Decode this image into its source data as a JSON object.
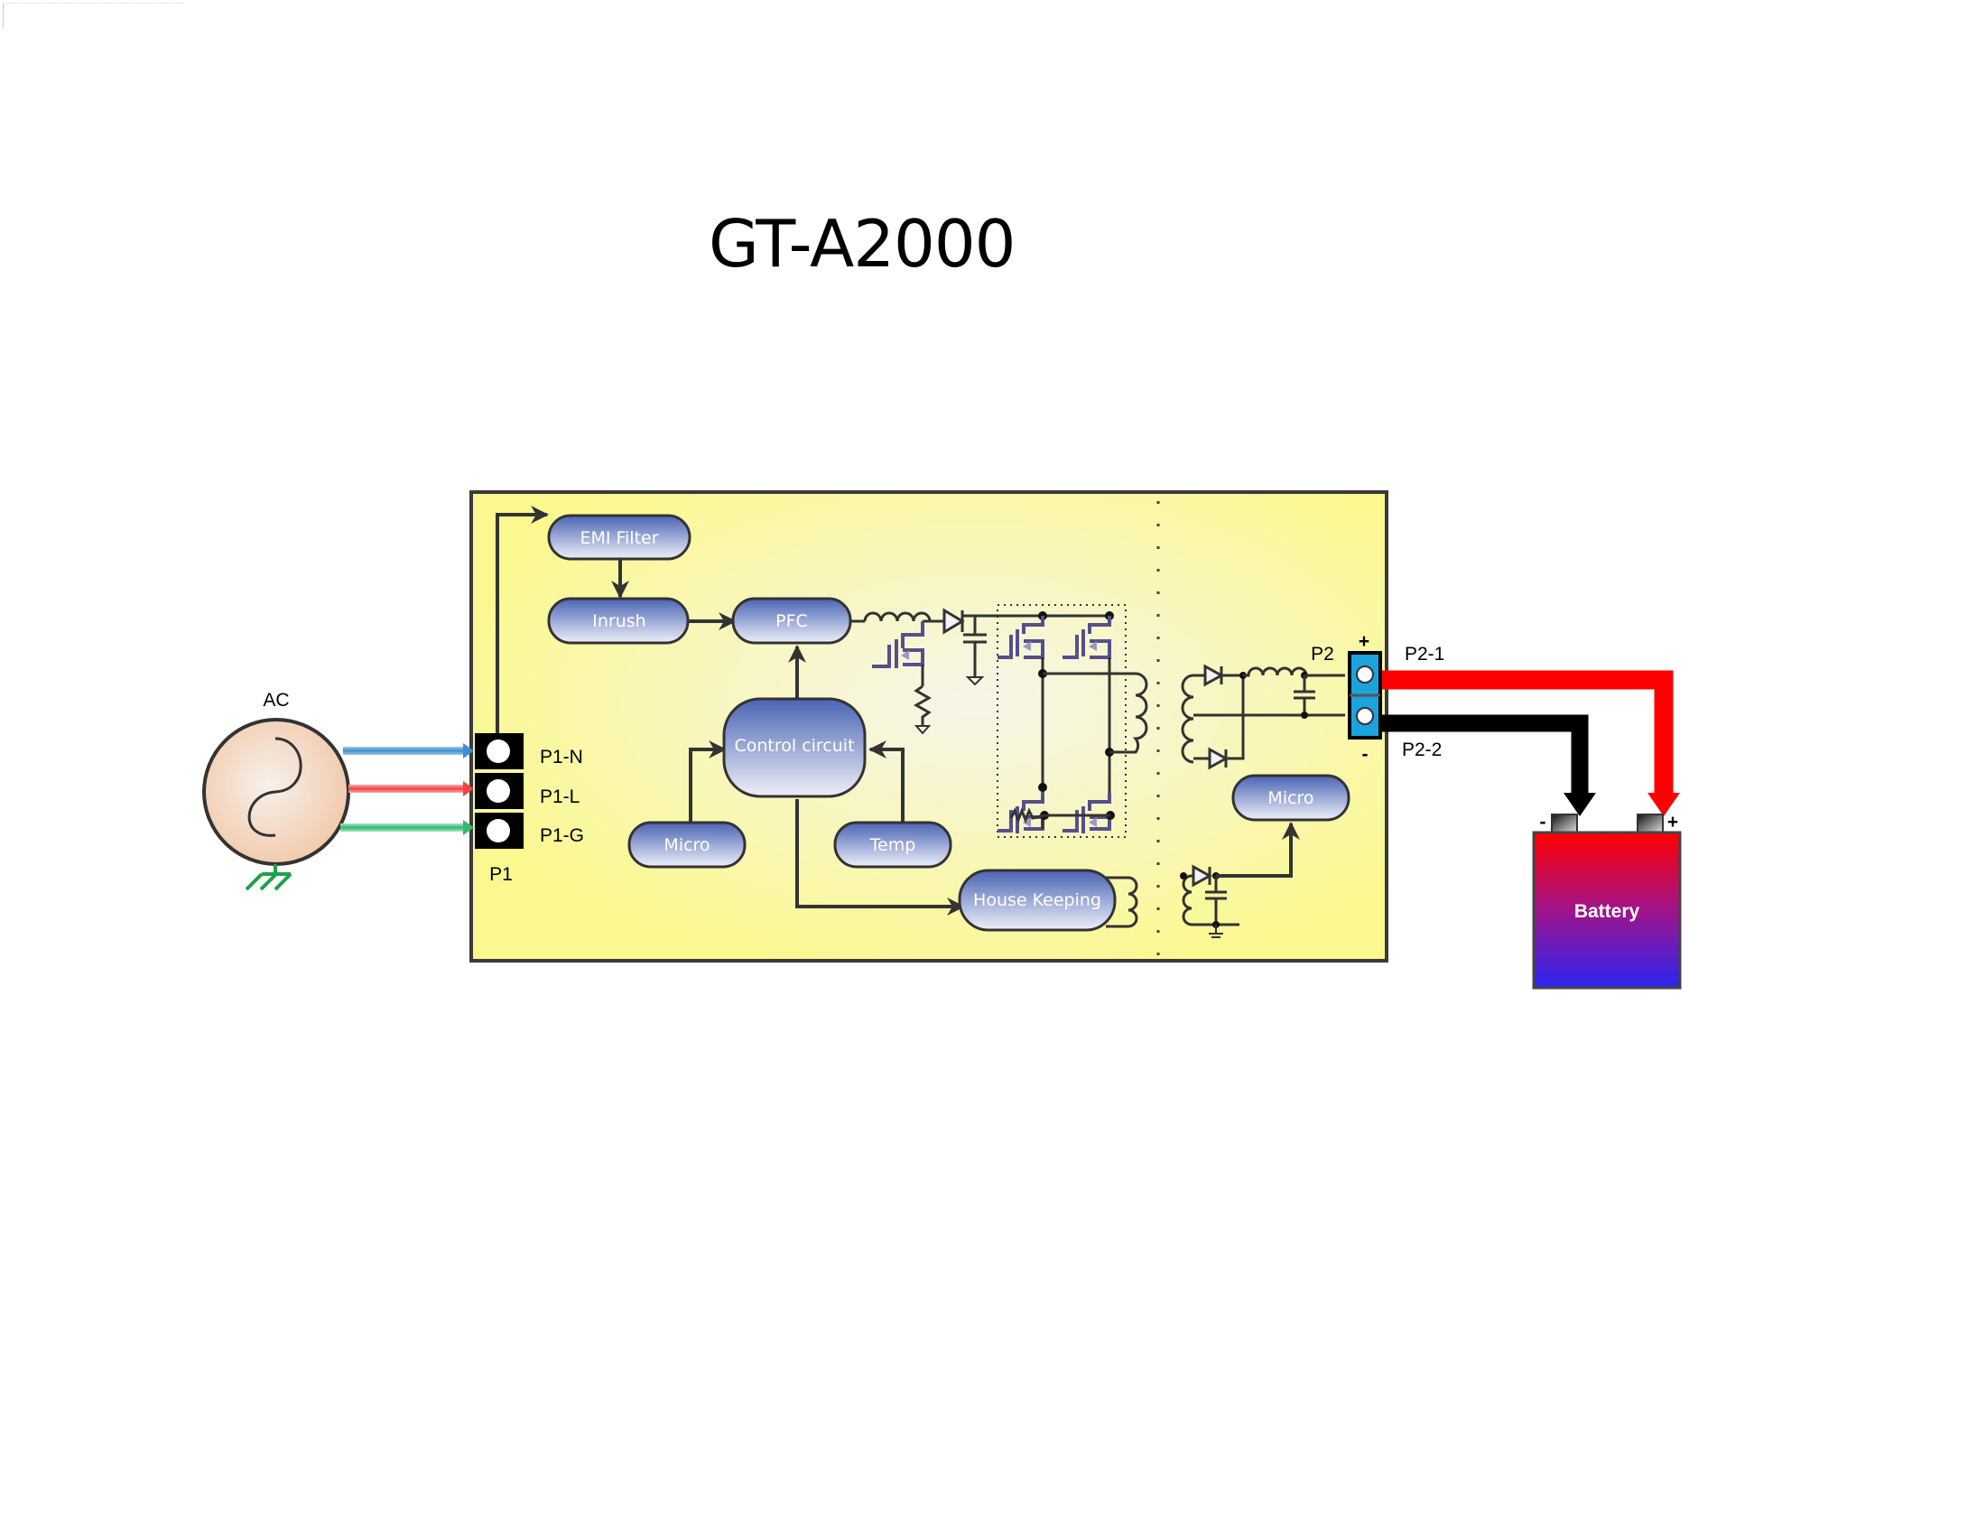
{
  "title": "GT-A2000",
  "source": {
    "label": "AC"
  },
  "input_connector": {
    "name": "P1",
    "pins": [
      {
        "label": "P1-N",
        "wire_color": "#4a9bd6"
      },
      {
        "label": "P1-L",
        "wire_color": "#f05555"
      },
      {
        "label": "P1-G",
        "wire_color": "#3fbf7a"
      }
    ]
  },
  "blocks": {
    "emi_filter": "EMI Filter",
    "inrush": "Inrush",
    "pfc": "PFC",
    "control": "Control circuit",
    "micro_primary": "Micro",
    "temp": "Temp",
    "housekeeping": "House Keeping",
    "micro_secondary": "Micro"
  },
  "output_connector": {
    "name": "P2",
    "plus": "+",
    "minus": "-",
    "pins": [
      {
        "label": "P2-1",
        "wire_color": "#ff0000"
      },
      {
        "label": "P2-2",
        "wire_color": "#000000"
      }
    ]
  },
  "battery": {
    "label": "Battery",
    "minus": "-",
    "plus": "+"
  },
  "colors": {
    "board_bg": "#fbf88f",
    "board_border": "#3a3a3a",
    "block_top": "#4a64b4",
    "block_bottom": "#eef0f8",
    "p2_body": "#1aa3dc",
    "battery_top": "#ff0000",
    "battery_bottom": "#2a26f0"
  }
}
